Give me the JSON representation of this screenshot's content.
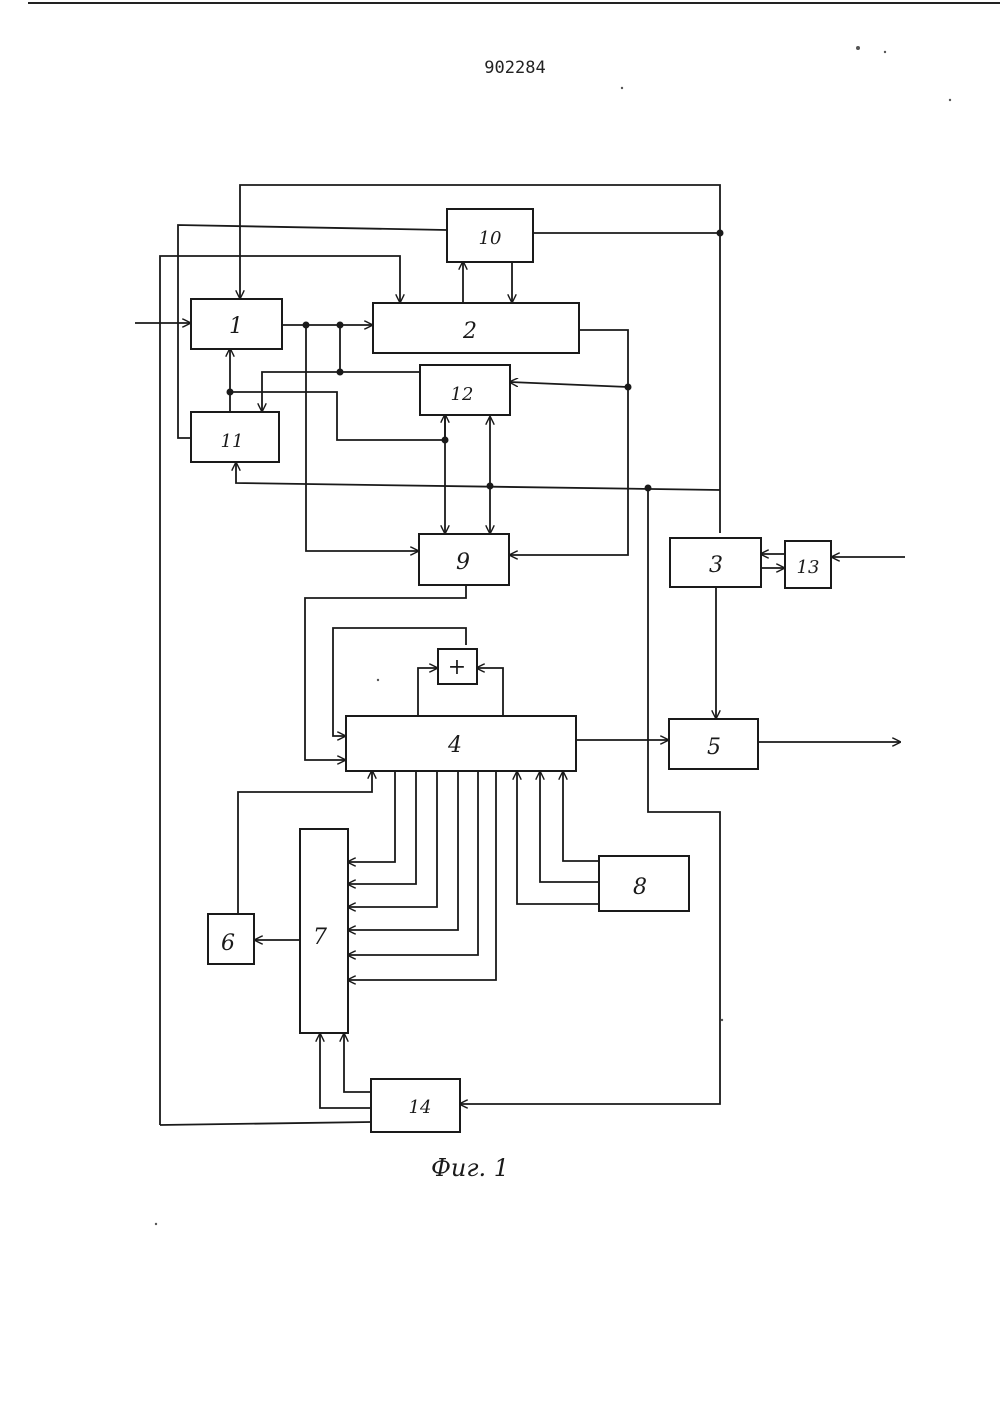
{
  "document": {
    "patent_number": "902284",
    "figure_caption": "Фиг. 1"
  },
  "diagram": {
    "blocks": [
      {
        "id": "b1",
        "label": "1"
      },
      {
        "id": "b2",
        "label": "2"
      },
      {
        "id": "b3",
        "label": "3"
      },
      {
        "id": "b4",
        "label": "4"
      },
      {
        "id": "b5",
        "label": "5"
      },
      {
        "id": "b6",
        "label": "6"
      },
      {
        "id": "b7",
        "label": "7"
      },
      {
        "id": "b8",
        "label": "8"
      },
      {
        "id": "b9",
        "label": "9"
      },
      {
        "id": "b10",
        "label": "10"
      },
      {
        "id": "b11",
        "label": "11"
      },
      {
        "id": "b12",
        "label": "12"
      },
      {
        "id": "b13",
        "label": "13"
      },
      {
        "id": "b14",
        "label": "14"
      },
      {
        "id": "adder",
        "label": "+"
      }
    ]
  }
}
